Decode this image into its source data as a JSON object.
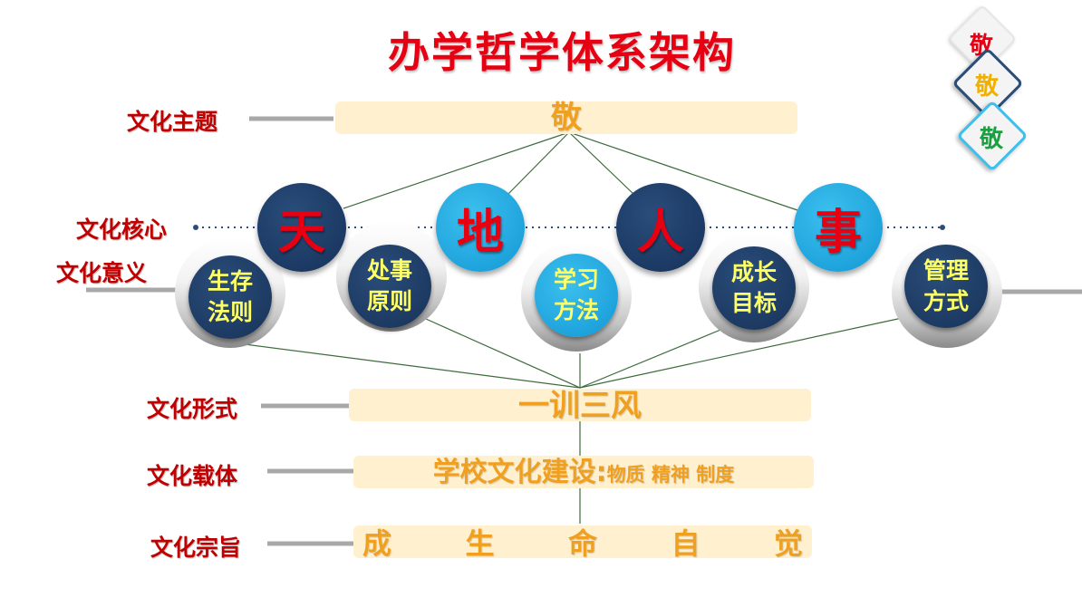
{
  "title": "办学哲学体系架构",
  "row_labels": {
    "theme": "文化主题",
    "core": "文化核心",
    "meaning": "文化意义",
    "form": "文化形式",
    "carrier": "文化载体",
    "purpose": "文化宗旨"
  },
  "theme_text": "敬",
  "core_items": [
    "天",
    "地",
    "人",
    "事"
  ],
  "meaning_items": [
    "生存\n法则",
    "处事\n原则",
    "学习\n方法",
    "成长\n目标",
    "管理\n方式"
  ],
  "form_text": "一训三风",
  "carrier": {
    "main": "学校文化建设:",
    "sub": "物质 精神 制度"
  },
  "purpose_chars": [
    "成",
    "生",
    "命",
    "自",
    "觉"
  ],
  "badge": {
    "chars": [
      "敬",
      "敬",
      "敬"
    ],
    "colors": [
      "#e60012",
      "#f0b000",
      "#1aa040"
    ]
  },
  "colors": {
    "title": "#e60012",
    "label": "#c00000",
    "bar_fill": "#fff1cf",
    "bar_text": "#f0a020",
    "dark_circle": "#15315a",
    "light_circle": "#1397d5",
    "meaning_text": "#ffff66"
  }
}
